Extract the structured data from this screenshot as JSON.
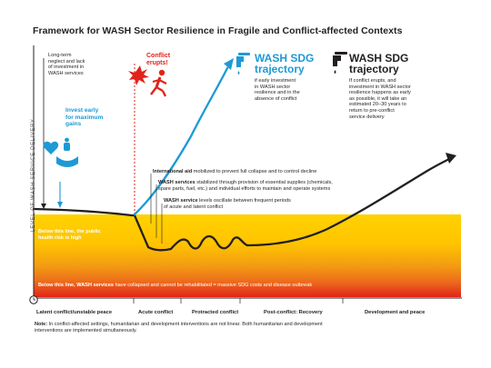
{
  "title": "Framework for WASH Sector Resilience in Fragile and Conflict-affected Contexts",
  "y_axis_label": "LEVEL OF WASH SERVICE DELIVERY",
  "annotations": {
    "long_term": "Long-term\nneglect and lack\nof investment in\nWASH services",
    "conflict": "Conflict\nerupts!",
    "invest_early": "Invest early\nfor maximum\ngains",
    "blue_traj_title": "WASH SDG\ntrajectory",
    "blue_traj_text": "if early investment\nin WASH sector\nresilience and in the\nabsence of conflict",
    "black_traj_title": "WASH SDG\ntrajectory",
    "black_traj_text": "If conflict erupts, and\ninvestment in WASH sector\nresilience happens as early\nas possible, it will take an\nestimated 20–30 years to\nreturn to pre-conflict\nservice delivery",
    "intl_aid_bold": "International aid",
    "intl_aid_rest": " mobilized to prevent full collapse and to control decline",
    "stabilized_bold": "WASH services",
    "stabilized_rest": " stabilized through provision of essential supplies (chemicals,\nspare parts, fuel, etc.) and individual efforts to maintain and operate systems",
    "oscillate_bold": "WASH service",
    "oscillate_rest": " levels oscillate between frequent periods\nof acute and latent conflict",
    "public_health": "Below this line, the public\nhealth risk is high",
    "collapse_pre": "Below this line, ",
    "collapse_bold": "WASH services",
    "collapse_rest": " have collapsed and cannot be rehabilitated = massive SDG costs and disease outbreak"
  },
  "phases": [
    "Latent conflict/unstable peace",
    "Acute conflict",
    "Protracted conflict",
    "Post-conflict: Recovery",
    "Development and peace"
  ],
  "note_bold": "Note:",
  "note_text": " In conflict-affected settings, humanitarian and development interventions are not linear. Both humanitarian and development\ninterventions are implemented simultaneously.",
  "colors": {
    "blue": "#1d9ad6",
    "red": "#e2231a",
    "yellow": "#ffd200",
    "orange": "#f18a00",
    "dark": "#231f20"
  },
  "icons": [
    "faucet-icon-blue",
    "faucet-icon-black",
    "heart-hands-icon",
    "running-person-icon",
    "explosion-icon",
    "clock-icon"
  ]
}
